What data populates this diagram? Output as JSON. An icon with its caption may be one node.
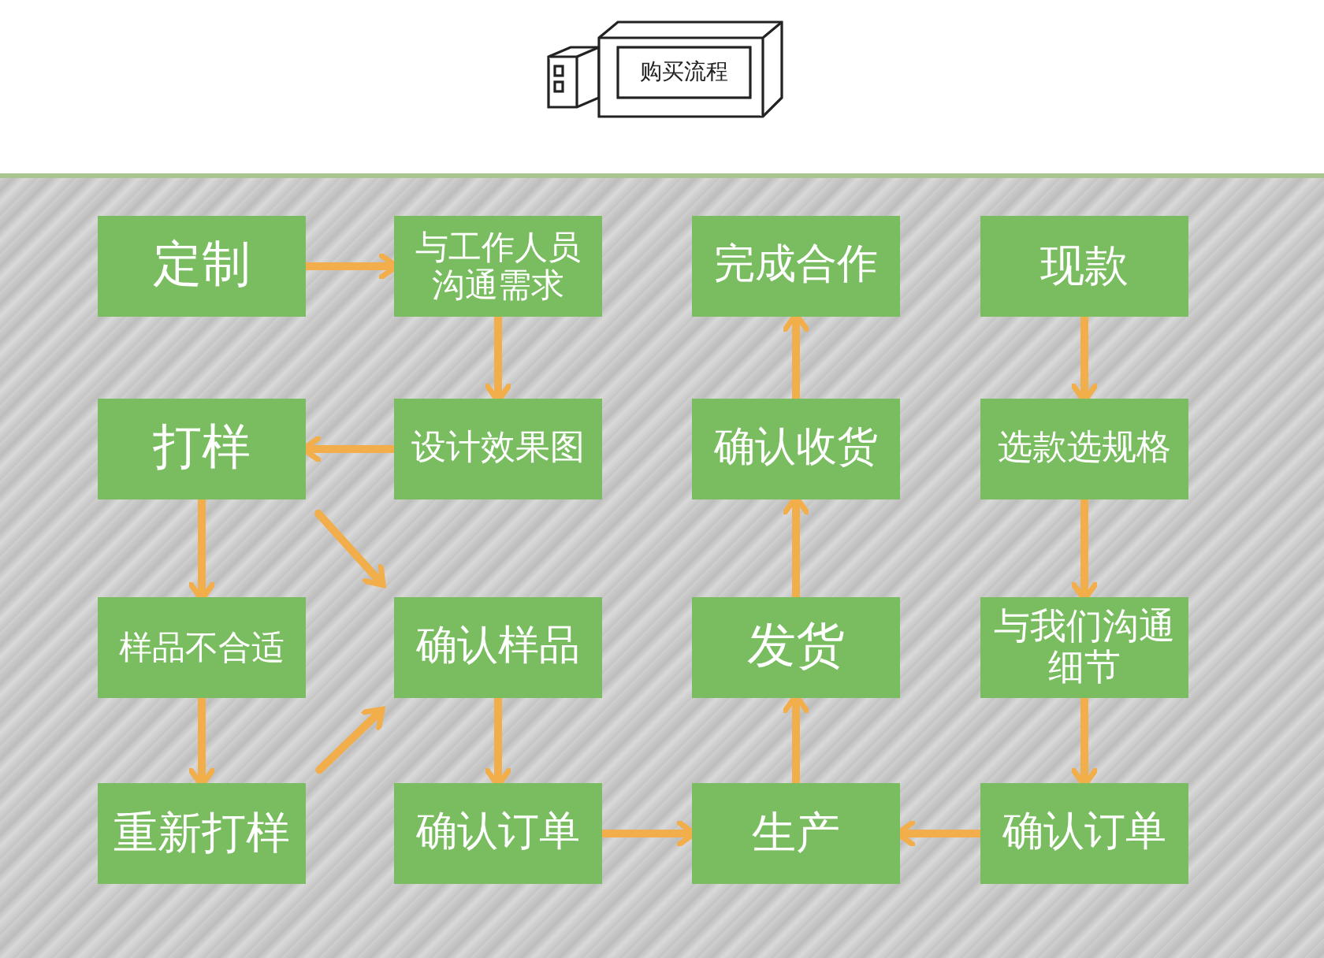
{
  "diagram": {
    "title": "购买流程",
    "nodes": [
      {
        "text": [
          "定制"
        ]
      },
      {
        "text": [
          "与工作人员沟通需求"
        ]
      },
      {
        "text": [
          "完成合作"
        ]
      },
      {
        "text": [
          "现款"
        ]
      },
      {
        "text": [
          "打样"
        ]
      },
      {
        "text": [
          "设计效果图"
        ]
      },
      {
        "text": [
          "确认收货"
        ]
      },
      {
        "text": [
          "选款选规格"
        ]
      },
      {
        "text": [
          "样品不合适"
        ]
      },
      {
        "text": [
          "确认样品"
        ]
      },
      {
        "text": [
          "发货"
        ]
      },
      {
        "text": [
          "与我们沟通细节"
        ]
      },
      {
        "text": [
          "重新打样"
        ]
      },
      {
        "text": [
          "确认订单"
        ]
      },
      {
        "text": [
          "生产"
        ]
      },
      {
        "text": [
          "确认订单"
        ]
      }
    ],
    "edges": [
      {
        "from": 0,
        "to": 1,
        "arrow": "to"
      },
      {
        "from": 1,
        "to": 5,
        "arrow": "to"
      },
      {
        "from": 5,
        "to": 4,
        "arrow": "to"
      },
      {
        "from": 4,
        "to": 8,
        "arrow": "to"
      },
      {
        "from": 4,
        "to": 9,
        "arrow": "to"
      },
      {
        "from": 8,
        "to": 12,
        "arrow": "to"
      },
      {
        "from": 12,
        "to": 9,
        "arrow": "to"
      },
      {
        "from": 9,
        "to": 13,
        "arrow": "to"
      },
      {
        "from": 13,
        "to": 14,
        "arrow": "to"
      },
      {
        "from": 3,
        "to": 7,
        "arrow": "to"
      },
      {
        "from": 7,
        "to": 11,
        "arrow": "to"
      },
      {
        "from": 11,
        "to": 15,
        "arrow": "to"
      },
      {
        "from": 15,
        "to": 14,
        "arrow": "to"
      },
      {
        "from": 14,
        "to": 10,
        "arrow": "to"
      },
      {
        "from": 10,
        "to": 6,
        "arrow": "to"
      },
      {
        "from": 6,
        "to": 2,
        "arrow": "to"
      }
    ]
  }
}
